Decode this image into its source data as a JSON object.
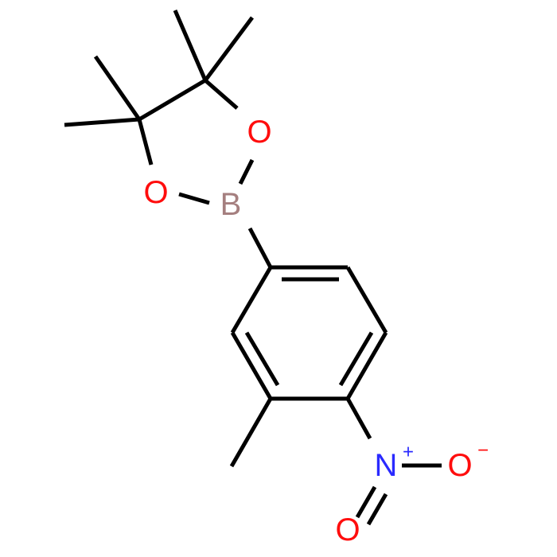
{
  "colors": {
    "background": "#ffffff",
    "bond": "#000000",
    "oxygen": "#ff0d0d",
    "boron": "#a57f7f",
    "nitrogen": "#2a2aff"
  },
  "atoms": {
    "o_ring_top": {
      "label": "O",
      "element": "oxygen"
    },
    "o_ring_left": {
      "label": "O",
      "element": "oxygen"
    },
    "b": {
      "label": "B",
      "element": "boron"
    },
    "n": {
      "label": "N",
      "element": "nitrogen"
    },
    "n_charge": "+",
    "o_nitro_right": {
      "label": "O",
      "element": "oxygen"
    },
    "o_nitro_right_charge": "−",
    "o_nitro_bottom": {
      "label": "O",
      "element": "oxygen"
    }
  }
}
